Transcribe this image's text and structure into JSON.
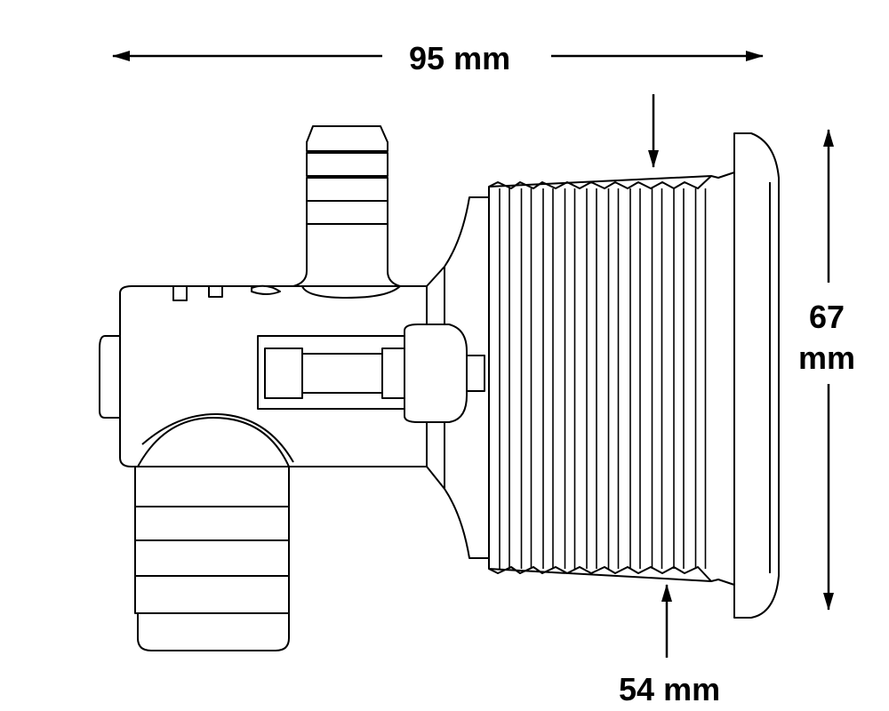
{
  "dimensions": {
    "width": {
      "value": "95",
      "unit": "mm"
    },
    "height": {
      "value": "67",
      "unit": "mm"
    },
    "depth": {
      "value": "54",
      "unit": "mm"
    }
  },
  "colors": {
    "line": "#000000",
    "body_fill": "#ffffff",
    "background": "#ffffff"
  }
}
